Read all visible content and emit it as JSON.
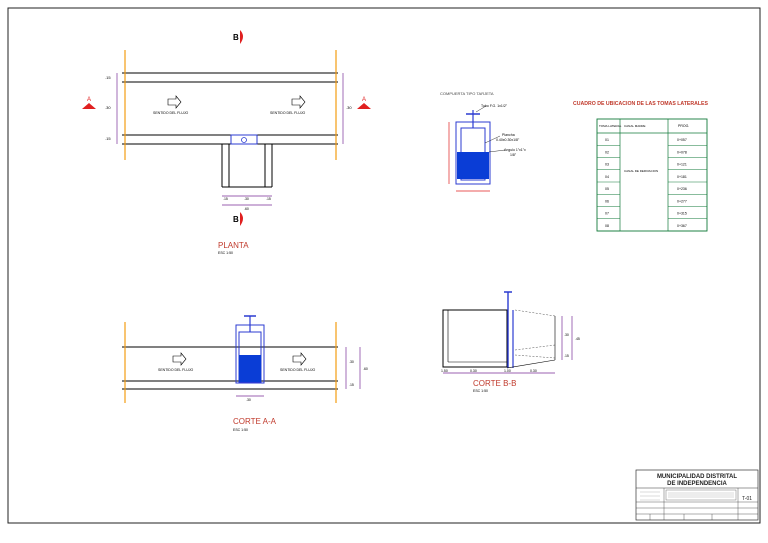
{
  "sheet": {
    "title_main": "PLANTA",
    "title_main_scale": "ESC 1:50",
    "section_aa": "CORTE A-A",
    "section_aa_scale": "ESC 1:50",
    "section_bb": "CORTE B-B",
    "section_bb_scale": "ESC 1:50",
    "gate_title": "COMPUERTA TIPO TARJETA",
    "gate_note_1": "Tubo F.G. 1x1/2\"",
    "gate_note_2": "Plancha",
    "gate_note_3": "0.40x0.30x1/8\"",
    "gate_note_4": "Angulo 1\"x1\"x",
    "gate_note_5": "1/8\"",
    "flow_label": "SENTIDO DEL FLUJO",
    "mark_a": "A",
    "mark_b": "B"
  },
  "dims": {
    "plan_left": [
      ".15",
      ".30",
      ".15"
    ],
    "plan_right": ".30",
    "plan_bottom": [
      ".15",
      ".30",
      ".15",
      ".60"
    ],
    "aa_right": [
      ".30",
      ".15",
      ".60"
    ],
    "aa_bottom": ".30",
    "bb_bottom": [
      "1.50",
      "0.30",
      "1.00",
      "0.30"
    ],
    "bb_right": [
      ".30",
      ".15",
      ".45"
    ]
  },
  "table": {
    "title": "CUADRO DE UBICACION DE LAS TOMAS LATERALES",
    "col1": "TOMA LATERAL",
    "col2": "CANAL MADRE",
    "col3": "PROG.",
    "canal": "CANAL DE DERIVACION",
    "rows": [
      {
        "toma": "01",
        "prog": "0+057"
      },
      {
        "toma": "02",
        "prog": "0+078"
      },
      {
        "toma": "03",
        "prog": "0+121"
      },
      {
        "toma": "04",
        "prog": "0+181"
      },
      {
        "toma": "05",
        "prog": "0+236"
      },
      {
        "toma": "06",
        "prog": "0+277"
      },
      {
        "toma": "07",
        "prog": "0+315"
      },
      {
        "toma": "08",
        "prog": "0+367"
      }
    ]
  },
  "title_block": {
    "entity_line1": "MUNICIPALIDAD DISTRITAL",
    "entity_line2": "DE INDEPENDENCIA",
    "sheet_code": "T-01"
  }
}
